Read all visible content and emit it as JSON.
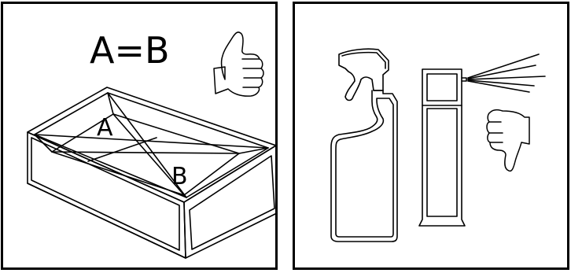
{
  "left_panel": {
    "equation": "A=B",
    "label_a": "A",
    "label_b": "B",
    "icon": "thumbs-up-icon"
  },
  "right_panel": {
    "icon": "thumbs-down-icon",
    "items": [
      "spray-bottle-icon",
      "aerosol-can-icon"
    ]
  }
}
